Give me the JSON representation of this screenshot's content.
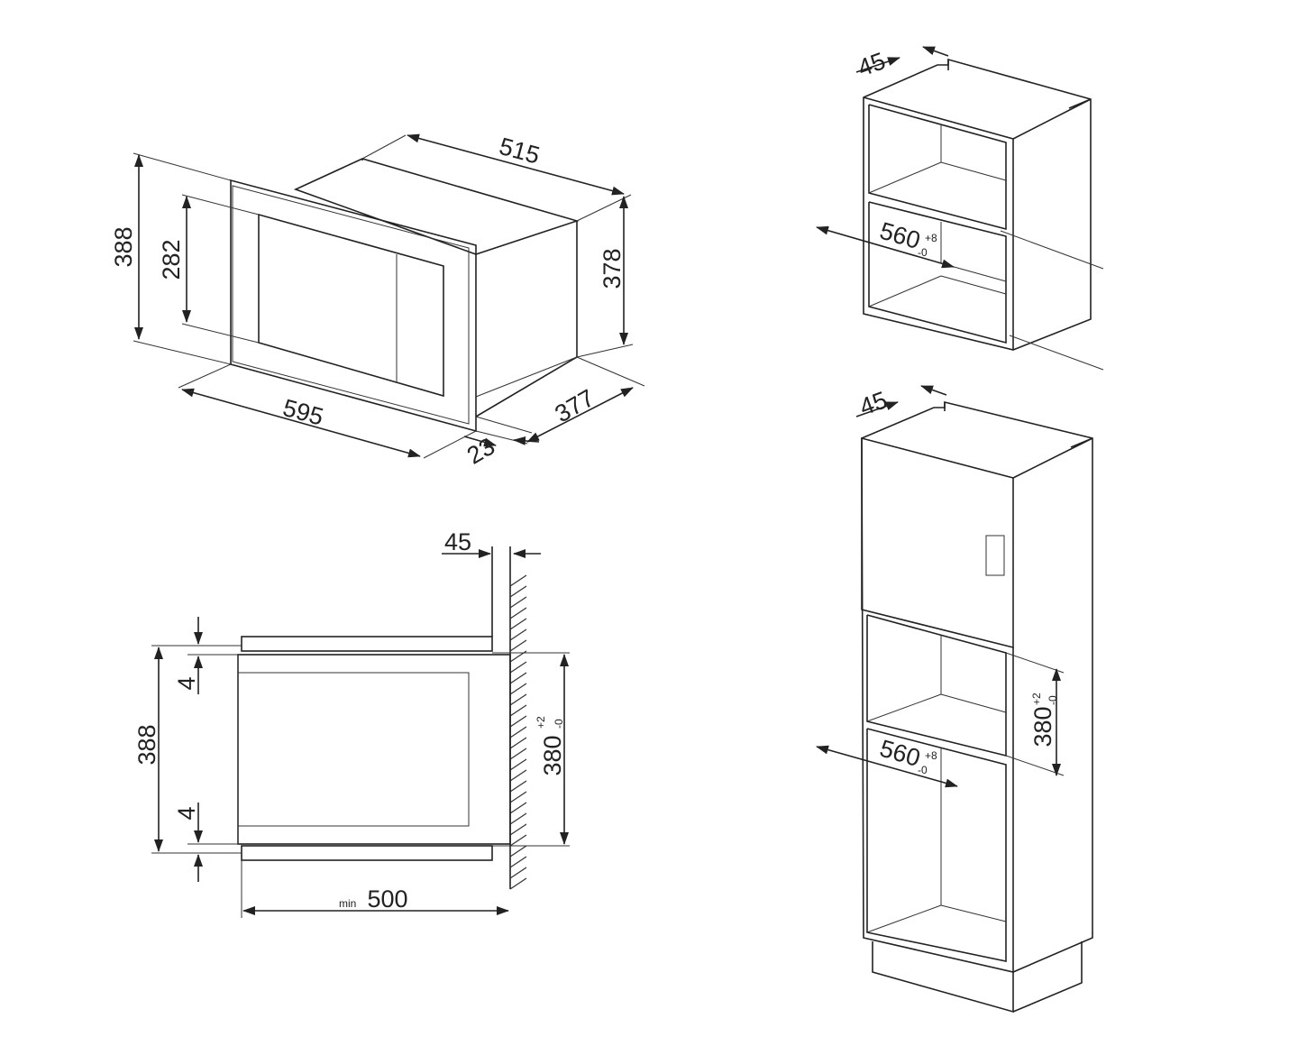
{
  "views": {
    "oven_iso": {
      "height_total": "388",
      "window_height": "282",
      "depth": "515",
      "body_height": "378",
      "width": "595",
      "body_depth": "377",
      "front_thickness": "23"
    },
    "side_section": {
      "gap_back": "45",
      "height_total": "388",
      "gap_top": "4",
      "gap_bottom": "4",
      "niche_height": "380",
      "niche_tol_plus": "+2",
      "niche_tol_minus": "-0",
      "depth_prefix": "min",
      "depth_min": "500"
    },
    "wall_cabinet": {
      "gap_back": "45",
      "niche_width": "560",
      "tol_plus": "+8",
      "tol_minus": "-0"
    },
    "tall_cabinet": {
      "gap_back": "45",
      "niche_width": "560",
      "tol_plus": "+8",
      "tol_minus": "-0",
      "niche_height": "380",
      "h_tol_plus": "+2",
      "h_tol_minus": "-0"
    }
  }
}
